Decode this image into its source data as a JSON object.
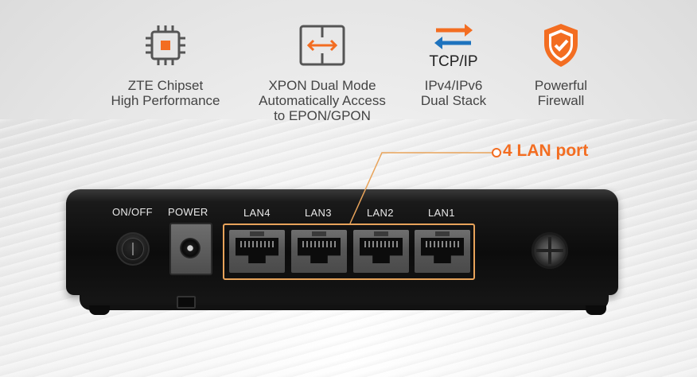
{
  "features": [
    {
      "icon": "chip-icon",
      "line1": "ZTE Chipset",
      "line2": "High Performance"
    },
    {
      "icon": "xpon-switch-icon",
      "line1": "XPON Dual Mode",
      "line2": "Automatically Access",
      "line3": "to EPON/GPON"
    },
    {
      "icon": "tcp-ip-arrows-icon",
      "icon_text": "TCP/IP",
      "line1": "IPv4/IPv6",
      "line2": "Dual Stack"
    },
    {
      "icon": "shield-check-icon",
      "line1": "Powerful",
      "line2": "Firewall"
    }
  ],
  "callout": {
    "label": "4 LAN port"
  },
  "device": {
    "onoff_label": "ON/OFF",
    "power_label": "POWER",
    "ports": [
      "LAN4",
      "LAN3",
      "LAN2",
      "LAN1"
    ]
  },
  "colors": {
    "accent": "#f36d21",
    "blue_arrow": "#1e73be",
    "highlight_box": "#e8a35a"
  }
}
